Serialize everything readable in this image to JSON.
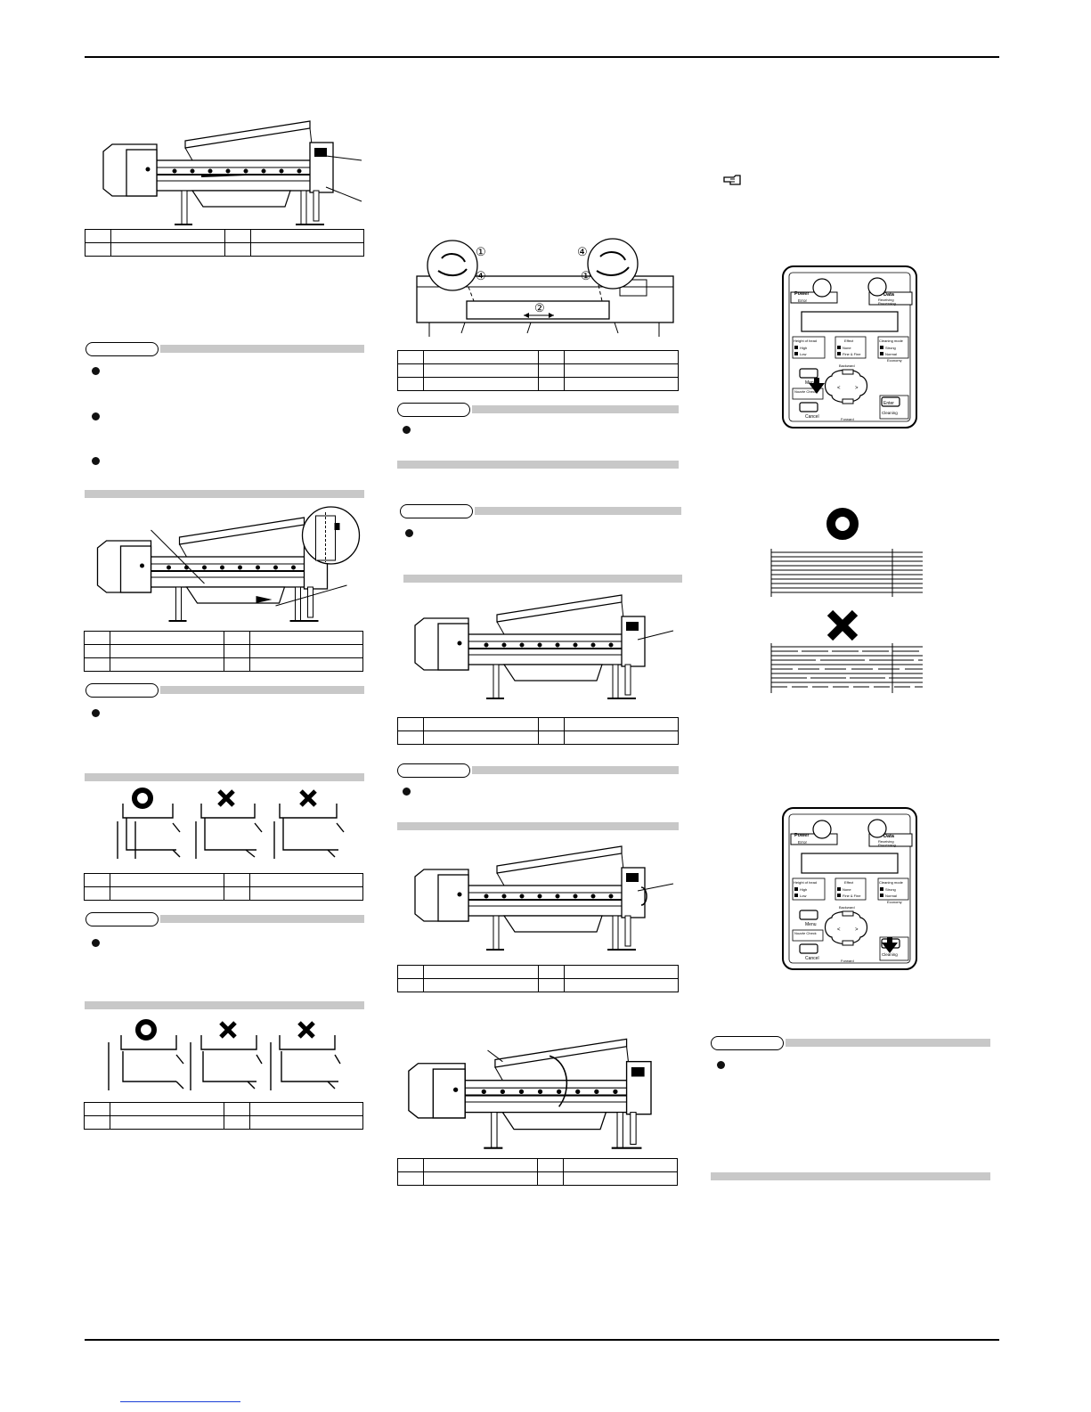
{
  "circled_numbers": {
    "one": "①",
    "two": "②",
    "four": "④"
  },
  "panel": {
    "power": "Power",
    "data": "Data",
    "error": "Error",
    "receiving": "Receiving",
    "processing": "Processing",
    "height_of_head": "Height of head",
    "high": "High",
    "low": "Low",
    "effect": "Effect",
    "none": "None",
    "fine_and_fine": "Fine & Fine",
    "cleaning_mode": "Cleaning mode",
    "strong": "Strong",
    "normal": "Normal",
    "economy": "Economy",
    "backward": "Backward",
    "forward": "Forward",
    "menu": "Menu",
    "nozzle_check": "Nozzle Check",
    "cancel": "Cancel",
    "enter": "Enter",
    "cleaning": "Cleaning"
  }
}
